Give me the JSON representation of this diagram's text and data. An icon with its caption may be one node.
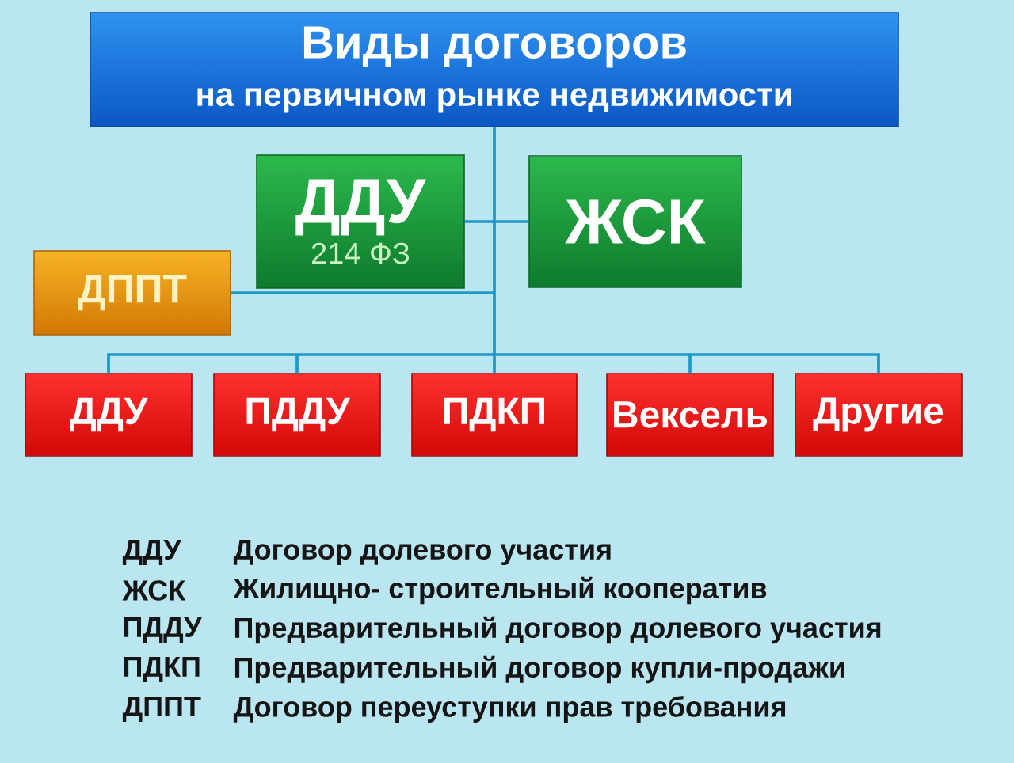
{
  "diagram": {
    "nodes": [
      {
        "text": [
          "Виды договоров",
          "на первичном рынке недвижимости"
        ]
      },
      {
        "text": [
          "ДДУ",
          "214 ФЗ"
        ]
      },
      {
        "text": [
          "ЖСК"
        ]
      },
      {
        "text": [
          "ДППТ"
        ]
      },
      {
        "text": [
          "ДДУ"
        ]
      },
      {
        "text": [
          "ПДДУ"
        ]
      },
      {
        "text": [
          "ПДКП"
        ]
      },
      {
        "text": [
          "Вексель"
        ]
      },
      {
        "text": [
          "Другие"
        ]
      }
    ],
    "edges": [
      {
        "from": 0,
        "to": 1,
        "arrow": "none"
      },
      {
        "from": 0,
        "to": 2,
        "arrow": "none"
      },
      {
        "from": 0,
        "to": 3,
        "arrow": "none"
      },
      {
        "from": 0,
        "to": 4,
        "arrow": "none"
      },
      {
        "from": 0,
        "to": 5,
        "arrow": "none"
      },
      {
        "from": 0,
        "to": 6,
        "arrow": "none"
      },
      {
        "from": 0,
        "to": 7,
        "arrow": "none"
      },
      {
        "from": 0,
        "to": 8,
        "arrow": "none"
      }
    ],
    "labels": [
      "ДДУ",
      "Договор долевого участия",
      "ЖСК",
      "Жилищно- строительный кооператив",
      "ПДДУ",
      "Предварительный договор долевого участия",
      "ПДКП",
      "Предварительный договор купли-продажи",
      "ДППТ",
      "Договор переуступки прав требования"
    ]
  }
}
